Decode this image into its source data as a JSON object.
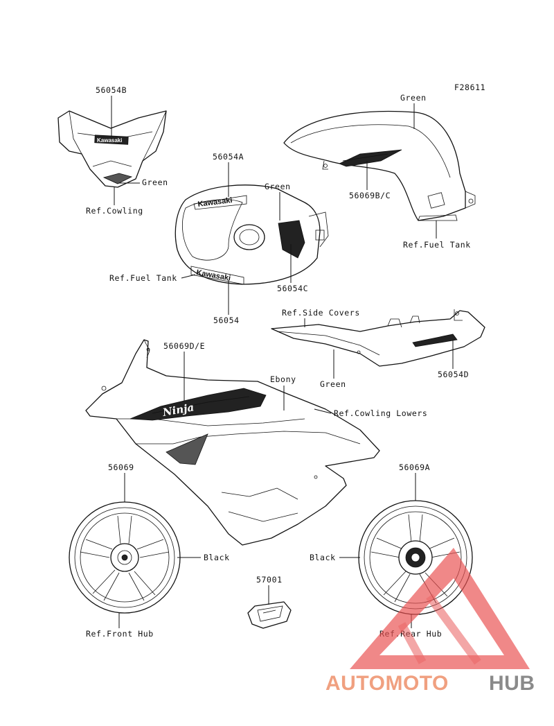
{
  "figure_id": "F28611",
  "labels": {
    "cowl_part": "56054B",
    "cowl_green": "Green",
    "cowl_ref": "Ref.Cowling",
    "tank_top_part": "56054A",
    "tank_green": "Green",
    "tank_ref": "Ref.Fuel Tank",
    "tank_side_part": "56054C",
    "tank_bottom_part": "56054",
    "cover_green": "Green",
    "cover_part": "56069B/C",
    "cover_ref": "Ref.Fuel Tank",
    "side_covers_ref": "Ref.Side Covers",
    "side_covers_green": "Green",
    "side_covers_part": "56054D",
    "lower_part": "56069D/E",
    "lower_ebony": "Ebony",
    "lower_ref": "Ref.Cowling Lowers",
    "front_wheel_part": "56069",
    "front_wheel_black": "Black",
    "front_wheel_ref": "Ref.Front Hub",
    "clip_part": "57001",
    "rear_wheel_part": "56069A",
    "rear_wheel_black": "Black",
    "rear_wheel_ref": "Ref.Rear Hub"
  },
  "decal_text": {
    "cowl_decal": "Kawasaki",
    "tank_decal_top": "Kawasaki",
    "tank_decal_bottom": "Kawasaki",
    "lower_decal": "Ninja"
  },
  "watermark": {
    "text_part1": "AUTOMOTO",
    "text_part2": "HUB",
    "color_primary": "#f0a080",
    "color_secondary": "#8a8a8a",
    "triangle_color": "#e85050"
  }
}
